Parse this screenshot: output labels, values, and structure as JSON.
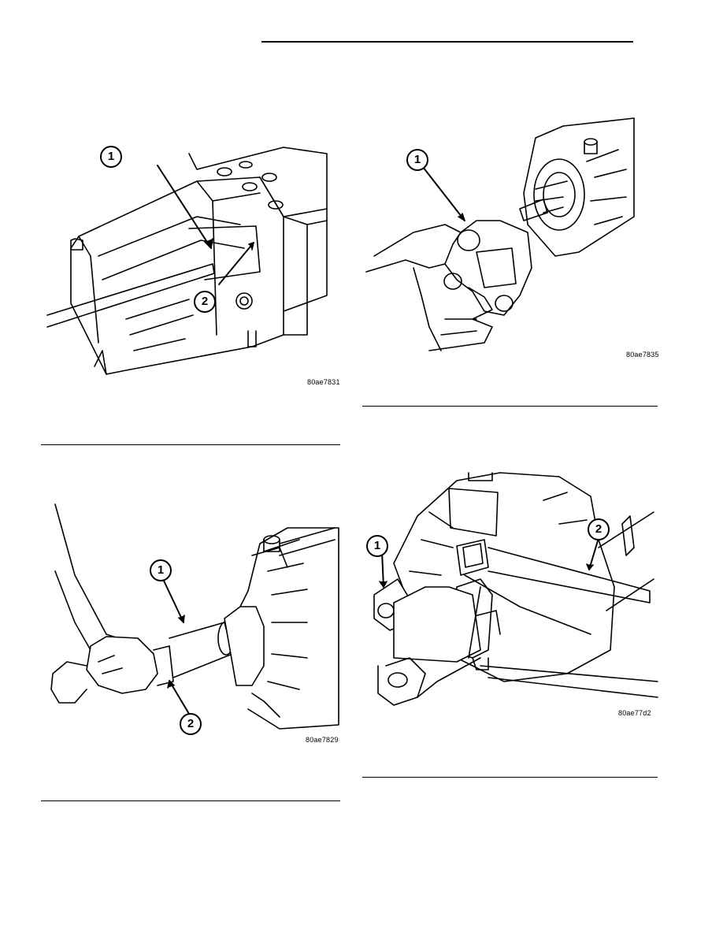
{
  "figures": [
    {
      "code": "80ae7831",
      "callouts": [
        "1",
        "2"
      ]
    },
    {
      "code": "80ae7835",
      "callouts": [
        "1"
      ]
    },
    {
      "code": "80ae7829",
      "callouts": [
        "1",
        "2"
      ]
    },
    {
      "code": "80ae77d2",
      "callouts": [
        "1",
        "2"
      ]
    }
  ]
}
